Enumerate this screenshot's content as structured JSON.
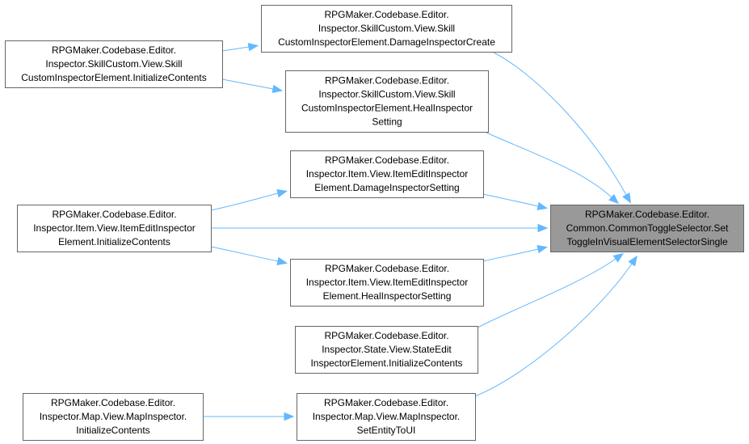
{
  "diagram": {
    "kind": "caller-graph",
    "target": {
      "id": "target",
      "lines": [
        "RPGMaker.Codebase.Editor.",
        "Common.CommonToggleSelector.Set",
        "ToggleInVisualElementSelectorSingle"
      ]
    },
    "nodes": [
      {
        "id": "skill-damage",
        "lines": [
          "RPGMaker.Codebase.Editor.",
          "Inspector.SkillCustom.View.Skill",
          "CustomInspectorElement.DamageInspectorCreate"
        ]
      },
      {
        "id": "skill-init",
        "lines": [
          "RPGMaker.Codebase.Editor.",
          "Inspector.SkillCustom.View.Skill",
          "CustomInspectorElement.InitializeContents"
        ]
      },
      {
        "id": "skill-heal",
        "lines": [
          "RPGMaker.Codebase.Editor.",
          "Inspector.SkillCustom.View.Skill",
          "CustomInspectorElement.HealInspector",
          "Setting"
        ]
      },
      {
        "id": "item-damage",
        "lines": [
          "RPGMaker.Codebase.Editor.",
          "Inspector.Item.View.ItemEditInspector",
          "Element.DamageInspectorSetting"
        ]
      },
      {
        "id": "item-init",
        "lines": [
          "RPGMaker.Codebase.Editor.",
          "Inspector.Item.View.ItemEditInspector",
          "Element.InitializeContents"
        ]
      },
      {
        "id": "item-heal",
        "lines": [
          "RPGMaker.Codebase.Editor.",
          "Inspector.Item.View.ItemEditInspector",
          "Element.HealInspectorSetting"
        ]
      },
      {
        "id": "state-init",
        "lines": [
          "RPGMaker.Codebase.Editor.",
          "Inspector.State.View.StateEdit",
          "InspectorElement.InitializeContents"
        ]
      },
      {
        "id": "map-init",
        "lines": [
          "RPGMaker.Codebase.Editor.",
          "Inspector.Map.View.MapInspector.",
          "InitializeContents"
        ]
      },
      {
        "id": "map-setentity",
        "lines": [
          "RPGMaker.Codebase.Editor.",
          "Inspector.Map.View.MapInspector.",
          "SetEntityToUI"
        ]
      }
    ],
    "edges": [
      {
        "from": "skill-init",
        "to": "skill-damage"
      },
      {
        "from": "skill-init",
        "to": "skill-heal"
      },
      {
        "from": "skill-damage",
        "to": "target"
      },
      {
        "from": "skill-heal",
        "to": "target"
      },
      {
        "from": "item-init",
        "to": "item-damage"
      },
      {
        "from": "item-init",
        "to": "target"
      },
      {
        "from": "item-init",
        "to": "item-heal"
      },
      {
        "from": "item-damage",
        "to": "target"
      },
      {
        "from": "item-heal",
        "to": "target"
      },
      {
        "from": "state-init",
        "to": "target"
      },
      {
        "from": "map-init",
        "to": "map-setentity"
      },
      {
        "from": "map-setentity",
        "to": "target"
      }
    ],
    "colors": {
      "edge": "#63b8ff",
      "node_border": "#666666",
      "node_fill": "#ffffff",
      "target_fill": "#999999",
      "text": "#000000"
    }
  }
}
